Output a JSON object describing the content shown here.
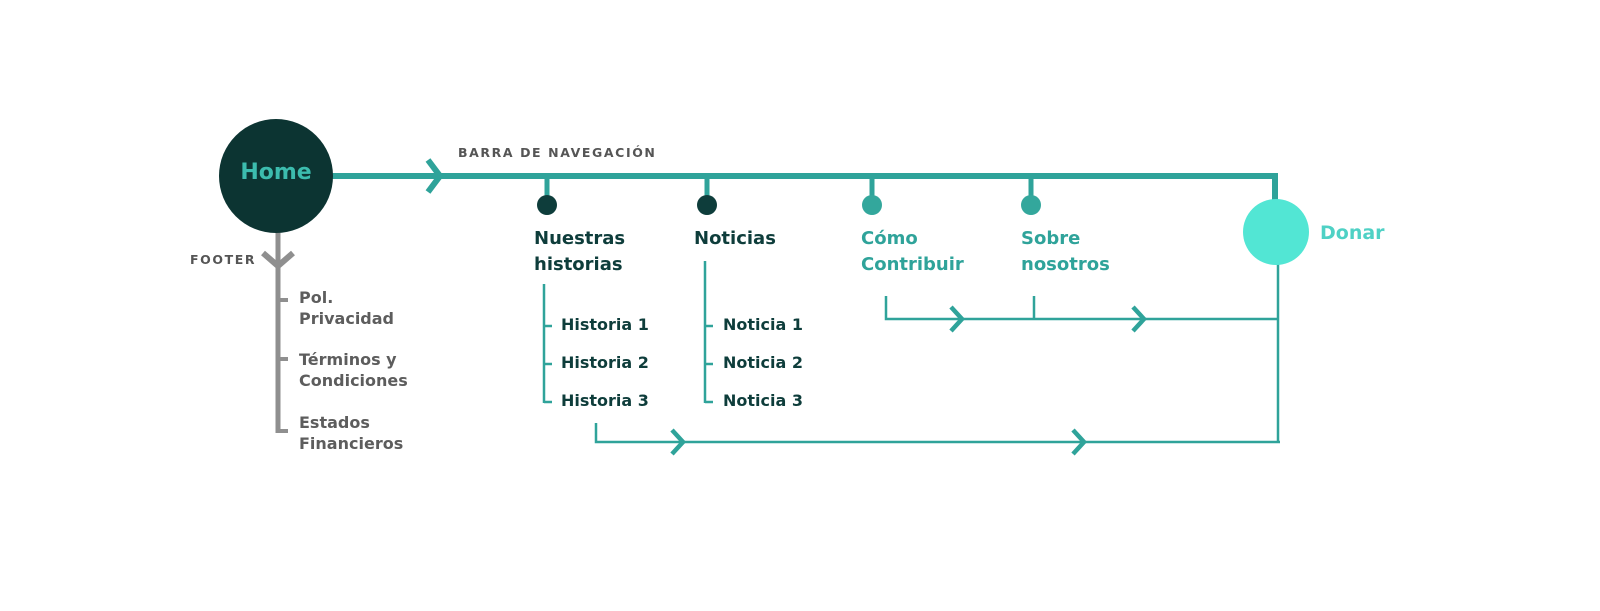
{
  "colors": {
    "teal": "#2fa39a",
    "dark": "#0e3d3b",
    "light": "#4fe3d2",
    "gray": "#8f8f8f"
  },
  "home": {
    "label": "Home"
  },
  "nav_bar": {
    "label": "BARRA DE NAVEGACIÓN"
  },
  "footer": {
    "label": "FOOTER",
    "items": [
      {
        "line1": "Pol.",
        "line2": "Privacidad"
      },
      {
        "line1": "Términos y",
        "line2": "Condiciones"
      },
      {
        "line1": "Estados",
        "line2": "Financieros"
      }
    ]
  },
  "sections": [
    {
      "line1": "Nuestras",
      "line2": "historias",
      "children": [
        "Historia 1",
        "Historia 2",
        "Historia 3"
      ]
    },
    {
      "line1": "Noticias",
      "line2": "",
      "children": [
        "Noticia 1",
        "Noticia 2",
        "Noticia 3"
      ]
    },
    {
      "line1": "Cómo",
      "line2": "Contribuir"
    },
    {
      "line1": "Sobre",
      "line2": "nosotros"
    }
  ],
  "donar": {
    "label": "Donar"
  }
}
